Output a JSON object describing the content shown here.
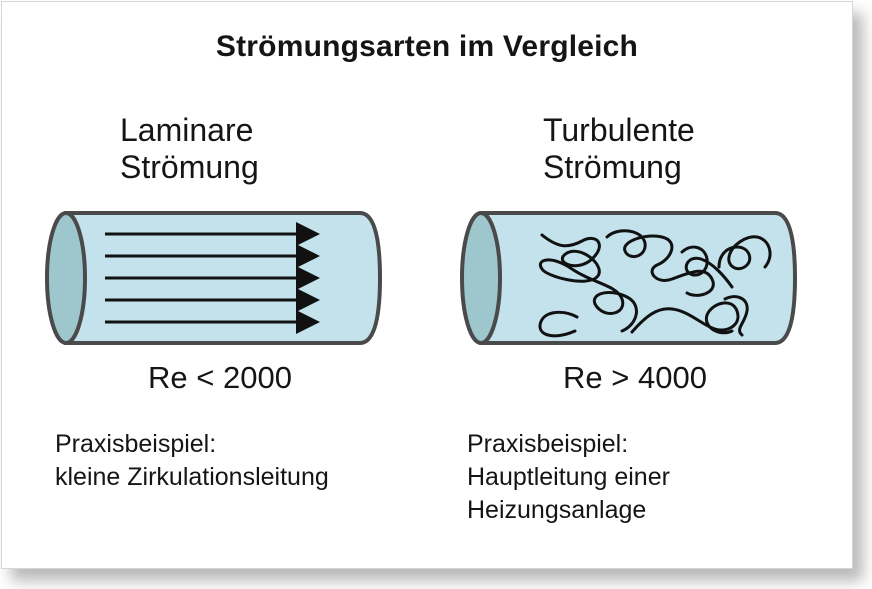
{
  "title": "Strömungsarten im Vergleich",
  "columns": [
    {
      "heading_line1": "Laminare",
      "heading_line2": "Strömung",
      "pipe_icon": "laminar-flow-pipe-icon",
      "flow_pattern": "parallel-arrows",
      "arrow_count": 5,
      "reynolds": "Re < 2000",
      "example_label": "Praxisbeispiel:",
      "example_line1": "kleine Zirkulationsleitung",
      "example_line2": ""
    },
    {
      "heading_line1": "Turbulente",
      "heading_line2": "Strömung",
      "pipe_icon": "turbulent-flow-pipe-icon",
      "flow_pattern": "chaotic-swirls",
      "reynolds": "Re > 4000",
      "example_label": "Praxisbeispiel:",
      "example_line1": "Hauptleitung einer",
      "example_line2": "Heizungsanlage"
    }
  ],
  "colors": {
    "pipe_fill": "#c3e2ec",
    "pipe_end_fill": "#9ec7cd",
    "pipe_outline": "#4a4a4a",
    "flow_lines": "#111111",
    "text": "#151515"
  }
}
